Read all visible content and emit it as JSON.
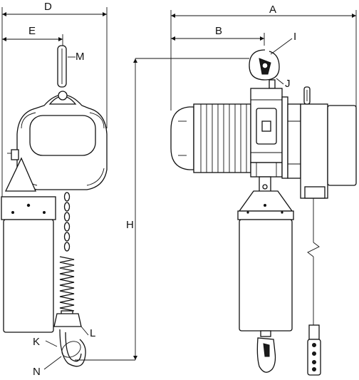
{
  "figure": {
    "labels": {
      "D": "D",
      "E": "E",
      "M": "M",
      "A": "A",
      "B": "B",
      "I": "I",
      "J": "J",
      "H": "H",
      "K": "K",
      "L": "L",
      "N": "N"
    },
    "colors": {
      "line": "#111111",
      "fill": "#ffffff",
      "shade": "#e9e9e9",
      "dark": "#1a1a1a"
    }
  }
}
